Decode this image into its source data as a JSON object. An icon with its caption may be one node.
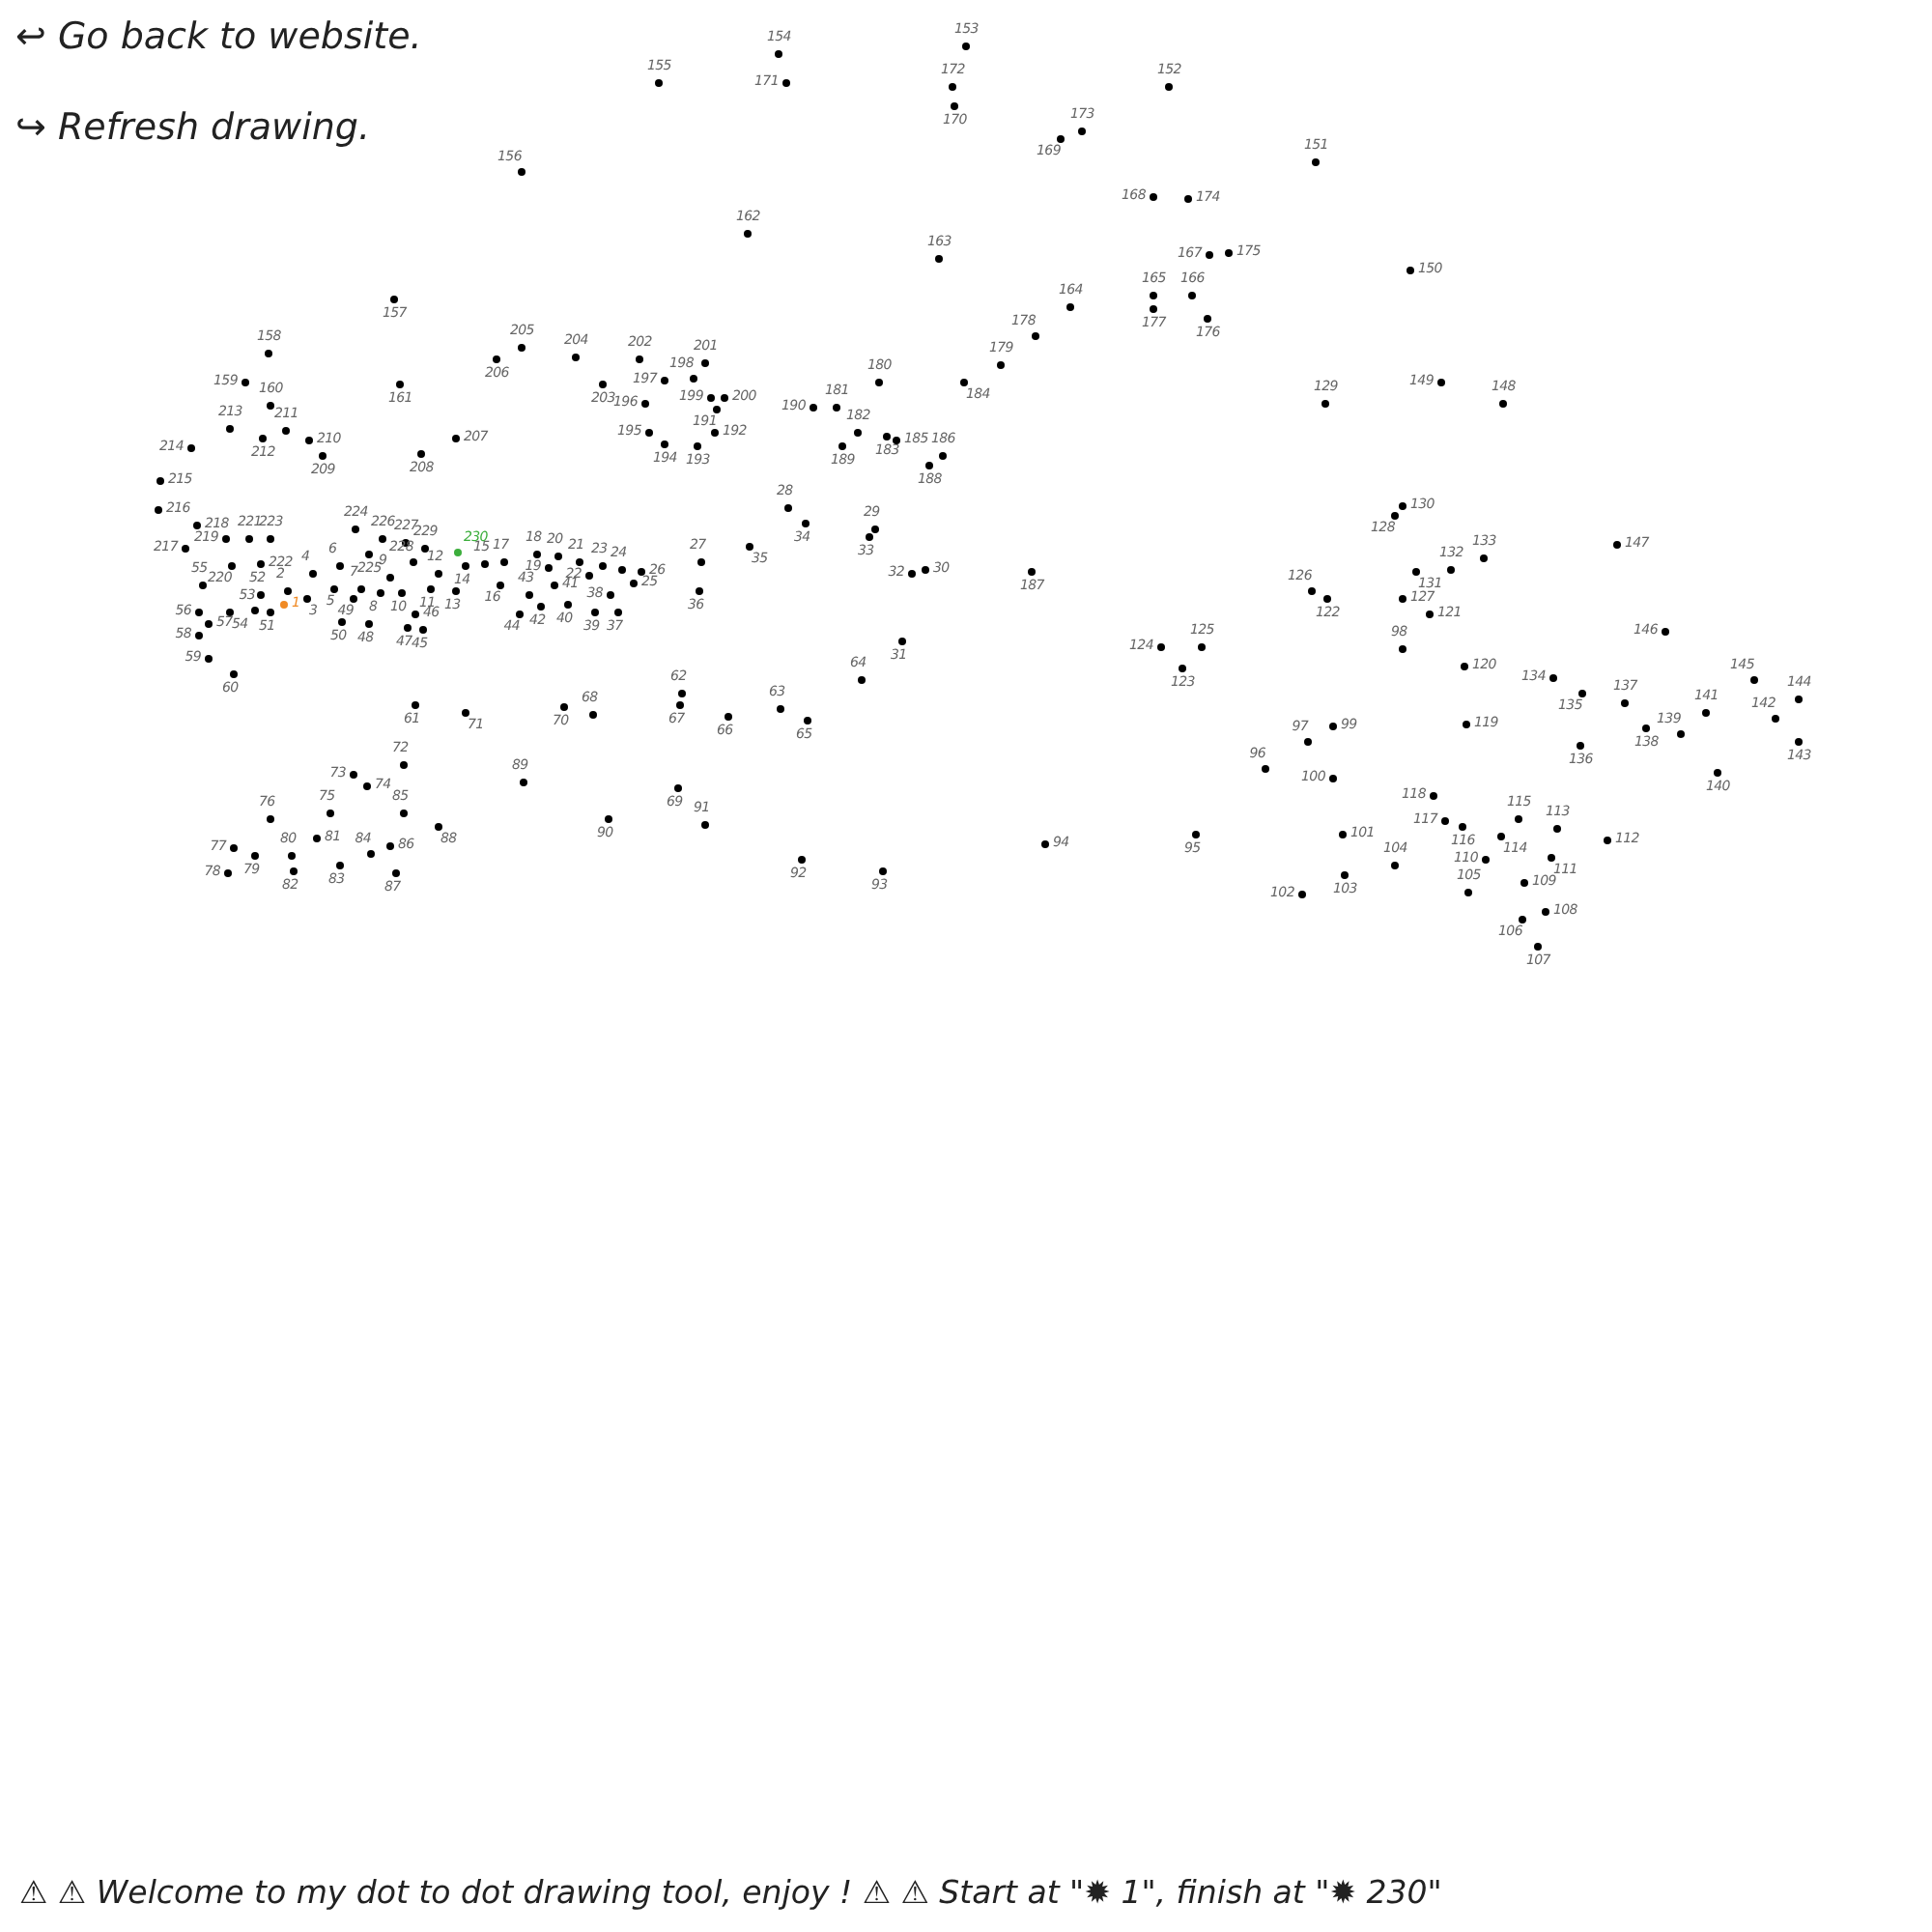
{
  "diagram": {
    "labels": [
      "↩ Go back to website.",
      "↪ Refresh drawing.",
      "1",
      "2",
      "3",
      "4",
      "5",
      "6",
      "7",
      "8",
      "9",
      "10",
      "11",
      "12",
      "13",
      "14",
      "15",
      "16",
      "17",
      "18",
      "19",
      "20",
      "21",
      "22",
      "23",
      "24",
      "25",
      "26",
      "27",
      "28",
      "29",
      "30",
      "31",
      "32",
      "33",
      "34",
      "35",
      "36",
      "37",
      "38",
      "39",
      "40",
      "41",
      "42",
      "43",
      "44",
      "45",
      "46",
      "47",
      "48",
      "49",
      "50",
      "51",
      "52",
      "53",
      "54",
      "55",
      "56",
      "57",
      "58",
      "59",
      "60",
      "61",
      "62",
      "63",
      "64",
      "65",
      "66",
      "67",
      "68",
      "69",
      "70",
      "71",
      "72",
      "73",
      "74",
      "75",
      "76",
      "77",
      "78",
      "79",
      "80",
      "81",
      "82",
      "83",
      "84",
      "85",
      "86",
      "87",
      "88",
      "89",
      "90",
      "91",
      "92",
      "93",
      "94",
      "95",
      "96",
      "97",
      "98",
      "99",
      "100",
      "101",
      "102",
      "103",
      "104",
      "105",
      "106",
      "107",
      "108",
      "109",
      "110",
      "111",
      "112",
      "113",
      "114",
      "115",
      "116",
      "117",
      "118",
      "119",
      "120",
      "121",
      "122",
      "123",
      "124",
      "125",
      "126",
      "127",
      "128",
      "129",
      "130",
      "131",
      "132",
      "133",
      "134",
      "135",
      "136",
      "137",
      "138",
      "139",
      "140",
      "141",
      "142",
      "143",
      "144",
      "145",
      "146",
      "147",
      "148",
      "149",
      "150",
      "151",
      "152",
      "153",
      "154",
      "155",
      "156",
      "157",
      "158",
      "159",
      "160",
      "161",
      "162",
      "163",
      "164",
      "165",
      "166",
      "167",
      "168",
      "169",
      "170",
      "171",
      "172",
      "173",
      "174",
      "175",
      "176",
      "177",
      "178",
      "179",
      "180",
      "181",
      "182",
      "183",
      "184",
      "185",
      "186",
      "187",
      "188",
      "189",
      "190",
      "191",
      "192",
      "193",
      "194",
      "195",
      "196",
      "197",
      "198",
      "199",
      "200",
      "201",
      "202",
      "203",
      "204",
      "205",
      "206",
      "207",
      "208",
      "209",
      "210",
      "211",
      "212",
      "213",
      "214",
      "215",
      "216",
      "217",
      "218",
      "219",
      "220",
      "221",
      "222",
      "223",
      "224",
      "225",
      "226",
      "227",
      "228",
      "229",
      "230",
      "⚠ ⚠ Welcome to my dot to dot drawing tool, enjoy ! ⚠ ⚠ Start at \"✹ 1\", finish at \"✹ 230\""
    ]
  }
}
